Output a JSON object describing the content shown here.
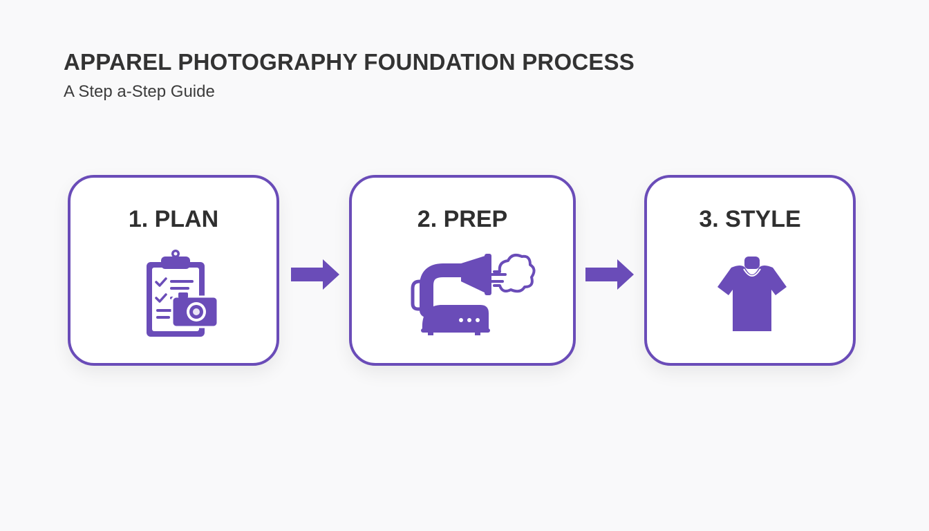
{
  "header": {
    "title": "APPAREL PHOTOGRAPHY FOUNDATION PROCESS",
    "subtitle": "A Step a-Step Guide"
  },
  "steps": [
    {
      "label": "1. PLAN",
      "icon": "clipboard-camera-icon"
    },
    {
      "label": "2. PREP",
      "icon": "garment-steamer-icon"
    },
    {
      "label": "3. STYLE",
      "icon": "tshirt-mannequin-icon"
    }
  ],
  "colors": {
    "accent": "#6a4cb8",
    "text": "#333333",
    "background": "#f9f9fa"
  }
}
